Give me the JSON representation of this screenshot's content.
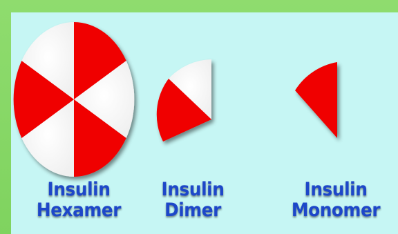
{
  "colors": {
    "background": "#c6f6f4",
    "border": "#86d966",
    "red_wedge": "#f00000",
    "white_wedge": "#ffffff",
    "label": "#1d47c9"
  },
  "items": [
    {
      "line1": "Insulin",
      "line2": "Hexamer",
      "wedges": 6
    },
    {
      "line1": "Insulin",
      "line2": "Dimer",
      "wedges": 2
    },
    {
      "line1": "Insulin",
      "line2": "Monomer",
      "wedges": 1
    }
  ]
}
